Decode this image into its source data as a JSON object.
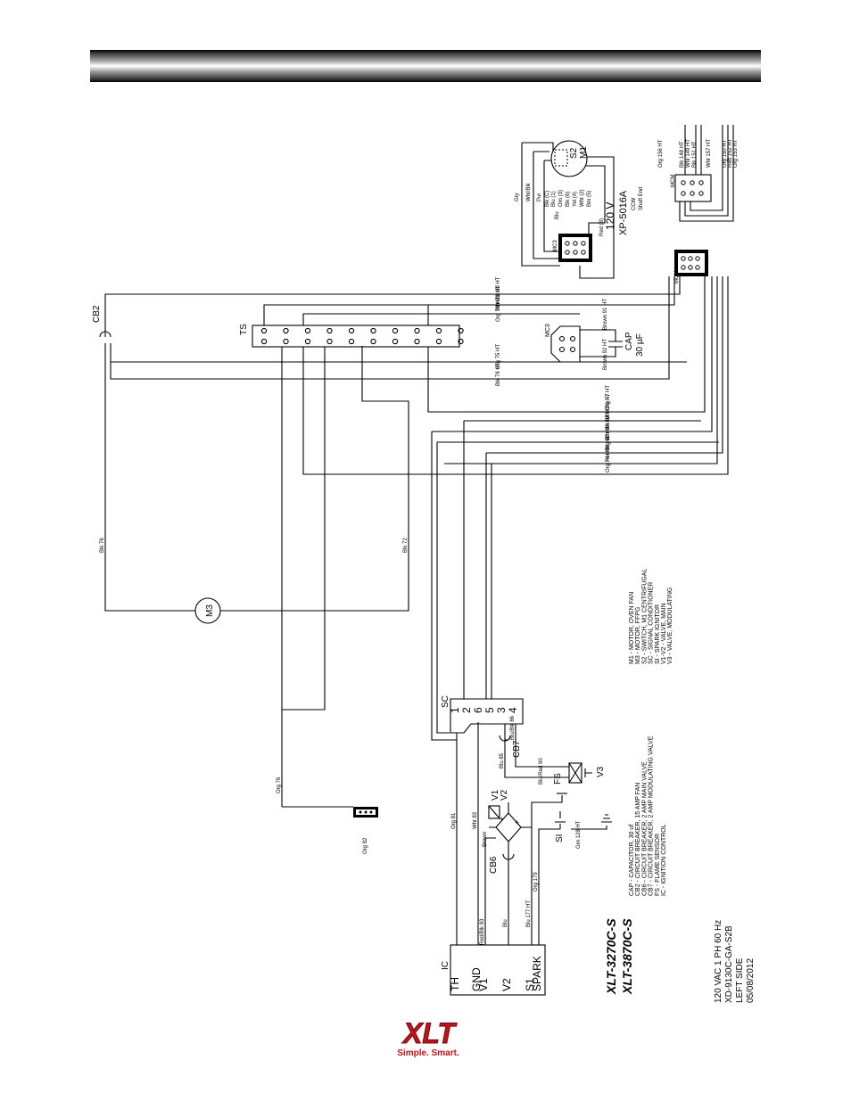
{
  "header": {
    "title": ""
  },
  "labels": {
    "cb2": "CB2",
    "ts": "TS",
    "mc3": "MC3",
    "cap": "CAP",
    "cap_value": "30 µF",
    "brown_91": "Brown 91 HT",
    "brown_92": "Brown 92 HT",
    "m3": "M3",
    "sc": "SC",
    "ic": "IC",
    "cb6": "CB6",
    "cb7": "CB7",
    "fs": "FS",
    "si": "SI",
    "v1": "V1",
    "v2": "V2",
    "v3": "V3",
    "org_82": "Org 82",
    "blk_76": "Blk 76",
    "blk_72": "Blk 72",
    "org_76": "Org 76",
    "org_81": "Org 81",
    "wht_83": "Wht 83",
    "blu_85": "Blu 85",
    "blu_blk_86": "Blu/Blk 86",
    "blu_red_90": "Blu/Red 90",
    "red_blk_83": "Red/Blk 83",
    "brown": "Brown",
    "blu": "Blu",
    "blu_177": "Blu 177 HT",
    "org_179": "Org 179",
    "grn_128": "Grn 128 HT",
    "mcm_left": "MCM",
    "mcm_right": "MCM",
    "motor_m1": "M1",
    "motor_s2": "S2",
    "motor_volt": "120 V",
    "motor_part": "XP-5016A",
    "motor_rot": "CCW",
    "motor_shaft": "Shaft End",
    "gry": "Gry",
    "wht_blk": "Wht/Blk",
    "pur": "Pur",
    "red8": "Red (8)"
  },
  "ts_wires": [
    {
      "label": "Blk 80 HT"
    },
    {
      "label": "Wht 71 HT"
    },
    {
      "label": "Org 73 HT"
    },
    {
      "label": "Org 75 HT"
    },
    {
      "label": "Blk 78 HT"
    }
  ],
  "harness_wires": [
    {
      "label": "Org 77 HT"
    },
    {
      "label": "Wht 70 HT"
    },
    {
      "label": "Blk 87 HT"
    },
    {
      "label": "Wht 84 HT"
    },
    {
      "label": "Org 82 HT"
    },
    {
      "label": "Red 88 HT"
    },
    {
      "label": "Org 74 HT"
    }
  ],
  "motor_leads": [
    {
      "label": "Blk (C)"
    },
    {
      "label": "Blu (1)"
    },
    {
      "label": "Orn (3)"
    },
    {
      "label": "Blk (6)"
    },
    {
      "label": "Yel (4)"
    },
    {
      "label": "Wht (2)"
    },
    {
      "label": "Brn (5)"
    }
  ],
  "mcm_wires": [
    {
      "label": "Org 156 HT"
    },
    {
      "label": "Blk 148 HT"
    },
    {
      "label": "Wht 149 HT"
    },
    {
      "label": "Blk 151 HT"
    },
    {
      "label": "Wht 157 HT"
    },
    {
      "label": "Org 150 HT"
    },
    {
      "label": "Red 152 HT"
    },
    {
      "label": "Org 153 HT"
    }
  ],
  "sc_terminals": [
    "1",
    "2",
    "6",
    "5",
    "3",
    "4"
  ],
  "ic_terminals": [
    "TH",
    "GND",
    "V1",
    "V2",
    "S1",
    "SPARK"
  ],
  "legend_left": [
    "CAP   - CAPACITOR, 30 uf",
    "CB2   - CIRCUIT BREAKER, 15 AMP FAN",
    "CB6   - CIRCUIT BREAKER, 2 AMP MAIN VALVE",
    "CB7   - CIRCUIT BREAKER, 2 AMP MODULATING VALVE",
    "FS     - FLAME SENSOR",
    "IC      - IGNITION CONTROL"
  ],
  "legend_right": [
    "M1     - MOTOR, OVEN FAN",
    "M3     - MOTOR, FFPG",
    "S2     - SWITCH, M1 CENTRIFUGAL",
    "SC     - SIGNAL CONDITIONER",
    "SI      - SPARK IGNITOR",
    "V1-V2 - VALVE, MAIN",
    "V3     - VALVE, MODULATING"
  ],
  "model": {
    "line1": "XLT-3270C-S",
    "line2": "XLT-3870C-S"
  },
  "info": [
    "120 VAC 1 PH 60 Hz",
    "XD-9130C-GA-S2B",
    "LEFT SIDE",
    "05/08/2012"
  ],
  "logo": {
    "text": "XLT",
    "tagline": "Simple. Smart.",
    "color": "#c0121a"
  }
}
